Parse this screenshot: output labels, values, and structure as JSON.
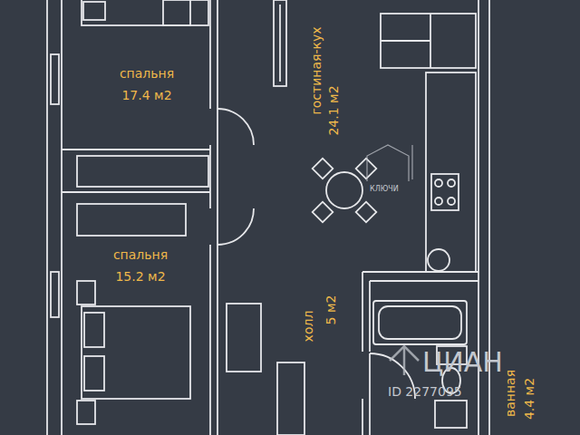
{
  "diagram": {
    "nodes": [
      {
        "text": [
          "спальня",
          "17.4 м2"
        ]
      },
      {
        "text": [
          "гостиная-кух",
          "24.1 м2"
        ]
      },
      {
        "text": [
          "спальня",
          "15.2 м2"
        ]
      },
      {
        "text": [
          "холл",
          "5 м2"
        ]
      },
      {
        "text": [
          "ванная",
          "4.4 м2"
        ]
      }
    ],
    "labels": [
      "КЛЮЧИ",
      "ЦИАН",
      "ID 2277095"
    ]
  }
}
